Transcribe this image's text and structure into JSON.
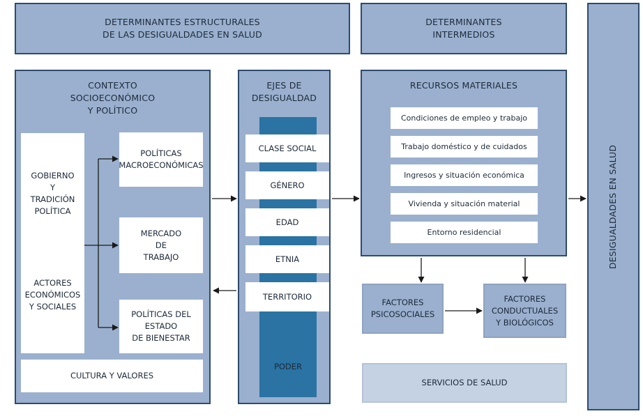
{
  "header": {
    "structural": "DETERMINANTES ESTRUCTURALES\nDE LAS DESIGUALDADES EN SALUD",
    "intermediate": "DETERMINANTES\nINTERMEDIOS"
  },
  "context": {
    "title": "CONTEXTO\nSOCIOECONÓMICO\nY POLÍTICO",
    "left_top": "GOBIERNO\nY\nTRADICIÓN\nPOLÍTICA",
    "left_bottom": "ACTORES\nECONÓMICOS\nY SOCIALES",
    "policies_macro": "POLÍTICAS\nMACROECONÓMICAS",
    "labor_market": "MERCADO\nDE\nTRABAJO",
    "welfare_policies": "POLÍTICAS DEL\nESTADO\nDE BIENESTAR",
    "culture": "CULTURA Y VALORES"
  },
  "axes": {
    "title": "EJES DE\nDESIGUALDAD",
    "items": [
      "CLASE SOCIAL",
      "GÉNERO",
      "EDAD",
      "ETNIA",
      "TERRITORIO"
    ],
    "power": "PODER"
  },
  "material": {
    "title": "RECURSOS MATERIALES",
    "items": [
      "Condiciones de empleo y trabajo",
      "Trabajo doméstico y de cuidados",
      "Ingresos y situación económica",
      "Vivienda y situación material",
      "Entorno residencial"
    ]
  },
  "factors": {
    "psychosocial": "FACTORES\nPSICOSOCIALES",
    "behavioral": "FACTORES\nCONDUCTUALES\nY BIOLÓGICOS"
  },
  "health_services": "SERVICIOS DE SALUD",
  "outcome": "DESIGUALDADES EN SALUD",
  "colors": {
    "box_fill": "#9ab0ce",
    "box_border": "#2e4a6e",
    "light_fill": "#c5d2e4",
    "power_bar": "#2a73a3",
    "arrow": "#1a1a1a"
  }
}
